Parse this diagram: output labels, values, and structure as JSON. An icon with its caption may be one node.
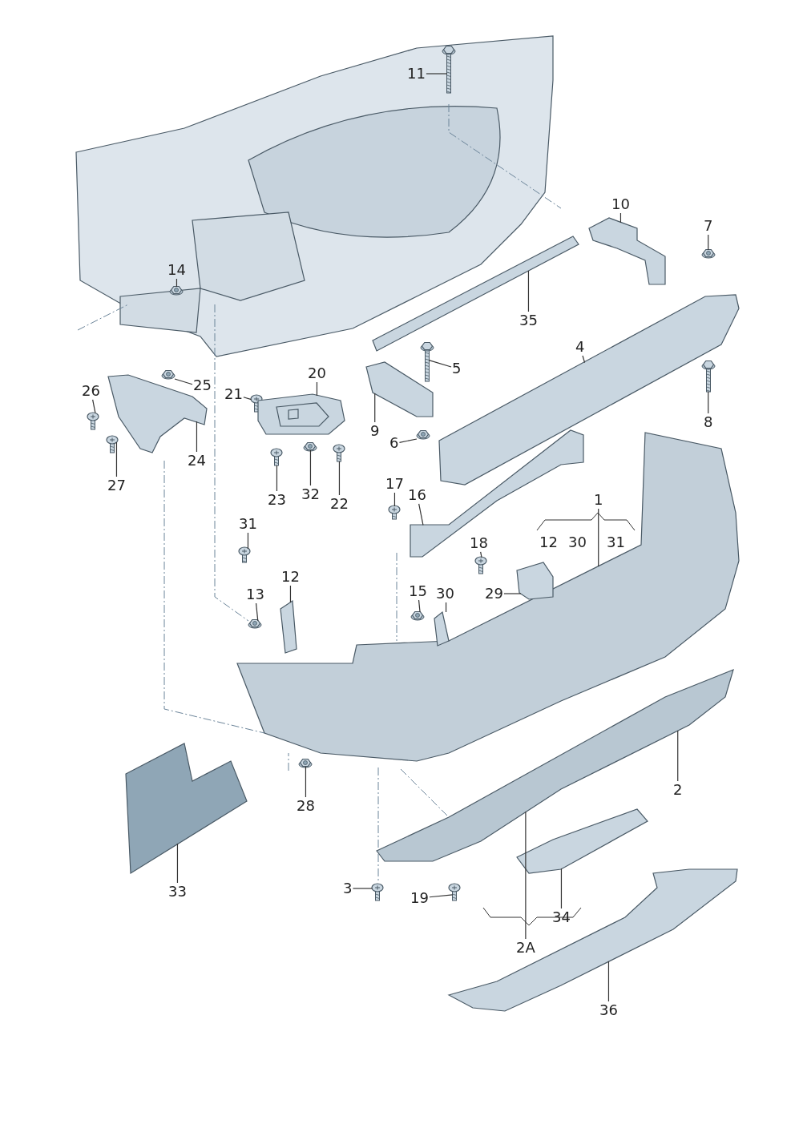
{
  "diagram": {
    "nodes": [
      {
        "text": [
          "11"
        ]
      },
      {
        "text": [
          "10"
        ]
      },
      {
        "text": [
          "7"
        ]
      },
      {
        "text": [
          "14"
        ]
      },
      {
        "text": [
          "35"
        ]
      },
      {
        "text": [
          "4"
        ]
      },
      {
        "text": [
          "5"
        ]
      },
      {
        "text": [
          "26"
        ]
      },
      {
        "text": [
          "25"
        ]
      },
      {
        "text": [
          "21"
        ]
      },
      {
        "text": [
          "20"
        ]
      },
      {
        "text": [
          "24"
        ]
      },
      {
        "text": [
          "9"
        ]
      },
      {
        "text": [
          "6"
        ]
      },
      {
        "text": [
          "8"
        ]
      },
      {
        "text": [
          "27"
        ]
      },
      {
        "text": [
          "23"
        ]
      },
      {
        "text": [
          "32"
        ]
      },
      {
        "text": [
          "22"
        ]
      },
      {
        "text": [
          "17"
        ]
      },
      {
        "text": [
          "16"
        ]
      },
      {
        "text": [
          "1"
        ]
      },
      {
        "text": [
          "18"
        ]
      },
      {
        "text": [
          "31"
        ]
      },
      {
        "text": [
          "12"
        ]
      },
      {
        "text": [
          "13"
        ]
      },
      {
        "text": [
          "29"
        ]
      },
      {
        "text": [
          "15"
        ]
      },
      {
        "text": [
          "30"
        ]
      },
      {
        "text": [
          "2"
        ]
      },
      {
        "text": [
          "28"
        ]
      },
      {
        "text": [
          "33"
        ]
      },
      {
        "text": [
          "3"
        ]
      },
      {
        "text": [
          "19"
        ]
      },
      {
        "text": [
          "34"
        ]
      },
      {
        "text": [
          "2A"
        ]
      },
      {
        "text": [
          "36"
        ]
      },
      {
        "text": [],
        "shape": "picture"
      },
      {
        "text": [],
        "shape": "picture"
      },
      {
        "text": [],
        "shape": "picture"
      },
      {
        "text": [],
        "shape": "picture"
      },
      {
        "text": [],
        "shape": "picture"
      },
      {
        "text": [],
        "shape": "picture"
      },
      {
        "text": [],
        "shape": "picture"
      },
      {
        "text": [],
        "shape": "picture"
      },
      {
        "text": [],
        "shape": "picture"
      },
      {
        "text": [],
        "shape": "picture"
      },
      {
        "text": [],
        "shape": "picture"
      },
      {
        "text": [],
        "shape": "picture"
      },
      {
        "text": [],
        "shape": "picture"
      },
      {
        "text": [],
        "shape": "picture"
      },
      {
        "text": [],
        "shape": "picture"
      },
      {
        "text": [],
        "shape": "picture"
      },
      {
        "text": [],
        "shape": "picture"
      },
      {
        "text": [],
        "shape": "picture"
      },
      {
        "text": [],
        "shape": "picture"
      },
      {
        "text": [],
        "shape": "picture"
      },
      {
        "text": [],
        "shape": "picture"
      },
      {
        "text": [],
        "shape": "picture"
      },
      {
        "text": [],
        "shape": "picture"
      },
      {
        "text": [],
        "shape": "picture"
      },
      {
        "text": [],
        "shape": "picture"
      },
      {
        "text": [],
        "shape": "picture"
      },
      {
        "text": [],
        "shape": "picture"
      },
      {
        "text": [],
        "shape": "picture"
      },
      {
        "text": [],
        "shape": "picture"
      },
      {
        "text": [],
        "shape": "picture"
      },
      {
        "text": [],
        "shape": "picture"
      },
      {
        "text": [],
        "shape": "picture"
      },
      {
        "text": [],
        "shape": "picture"
      },
      {
        "text": [],
        "shape": "picture"
      },
      {
        "text": [],
        "shape": "picture"
      },
      {
        "text": [],
        "shape": "picture"
      }
    ],
    "edges": [
      {
        "from": 0,
        "to": 37,
        "arrow": "none"
      },
      {
        "from": 1,
        "to": 38,
        "arrow": "none"
      },
      {
        "from": 2,
        "to": 39,
        "arrow": "none"
      },
      {
        "from": 3,
        "to": 40,
        "arrow": "none"
      },
      {
        "from": 4,
        "to": 41,
        "arrow": "none"
      },
      {
        "from": 5,
        "to": 42,
        "arrow": "none"
      },
      {
        "from": 6,
        "to": 43,
        "arrow": "none"
      },
      {
        "from": 7,
        "to": 44,
        "arrow": "none"
      },
      {
        "from": 8,
        "to": 45,
        "arrow": "none"
      },
      {
        "from": 9,
        "to": 46,
        "arrow": "none"
      },
      {
        "from": 10,
        "to": 47,
        "arrow": "none"
      },
      {
        "from": 11,
        "to": 48,
        "arrow": "none"
      },
      {
        "from": 12,
        "to": 49,
        "arrow": "none"
      },
      {
        "from": 13,
        "to": 50,
        "arrow": "none"
      },
      {
        "from": 14,
        "to": 51,
        "arrow": "none"
      },
      {
        "from": 15,
        "to": 52,
        "arrow": "none"
      },
      {
        "from": 16,
        "to": 53,
        "arrow": "none"
      },
      {
        "from": 17,
        "to": 54,
        "arrow": "none"
      },
      {
        "from": 18,
        "to": 55,
        "arrow": "none"
      },
      {
        "from": 19,
        "to": 56,
        "arrow": "none"
      },
      {
        "from": 20,
        "to": 57,
        "arrow": "none"
      },
      {
        "from": 21,
        "to": 58,
        "arrow": "none"
      },
      {
        "from": 22,
        "to": 59,
        "arrow": "none"
      },
      {
        "from": 23,
        "to": 60,
        "arrow": "none"
      },
      {
        "from": 24,
        "to": 61,
        "arrow": "none"
      },
      {
        "from": 25,
        "to": 62,
        "arrow": "none"
      },
      {
        "from": 26,
        "to": 63,
        "arrow": "none"
      },
      {
        "from": 27,
        "to": 64,
        "arrow": "none"
      },
      {
        "from": 28,
        "to": 65,
        "arrow": "none"
      },
      {
        "from": 29,
        "to": 66,
        "arrow": "none"
      },
      {
        "from": 30,
        "to": 67,
        "arrow": "none"
      },
      {
        "from": 31,
        "to": 68,
        "arrow": "none"
      },
      {
        "from": 32,
        "to": 69,
        "arrow": "none"
      },
      {
        "from": 33,
        "to": 70,
        "arrow": "none"
      },
      {
        "from": 34,
        "to": 71,
        "arrow": "none"
      },
      {
        "from": 35,
        "to": 66,
        "arrow": "none"
      },
      {
        "from": 36,
        "to": 72,
        "arrow": "none"
      }
    ],
    "labels": [
      "12",
      "30",
      "31"
    ]
  }
}
